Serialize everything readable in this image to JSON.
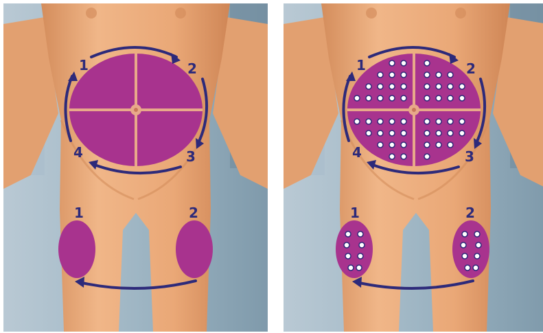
{
  "panels": [
    {
      "id": "left",
      "abdomen_quadrant_labels": [
        "1",
        "2",
        "3",
        "4"
      ],
      "thigh_labels": [
        "1",
        "2"
      ],
      "dotted": false
    },
    {
      "id": "right",
      "abdomen_quadrant_labels": [
        "1",
        "2",
        "3",
        "4"
      ],
      "thigh_labels": [
        "1",
        "2"
      ],
      "dotted": true
    }
  ],
  "colors": {
    "background_dark": "#7f9aab",
    "background_light": "#b9c9d4",
    "skin": "#e8a472",
    "skin_shadow": "#d48d5c",
    "skin_highlight": "#f3c094",
    "injection_zone": "#a8338e",
    "zone_divider": "#e8a98a",
    "arrow": "#2d2a7a",
    "dot": "#ffffff",
    "dot_outline": "#2d2a7a"
  }
}
